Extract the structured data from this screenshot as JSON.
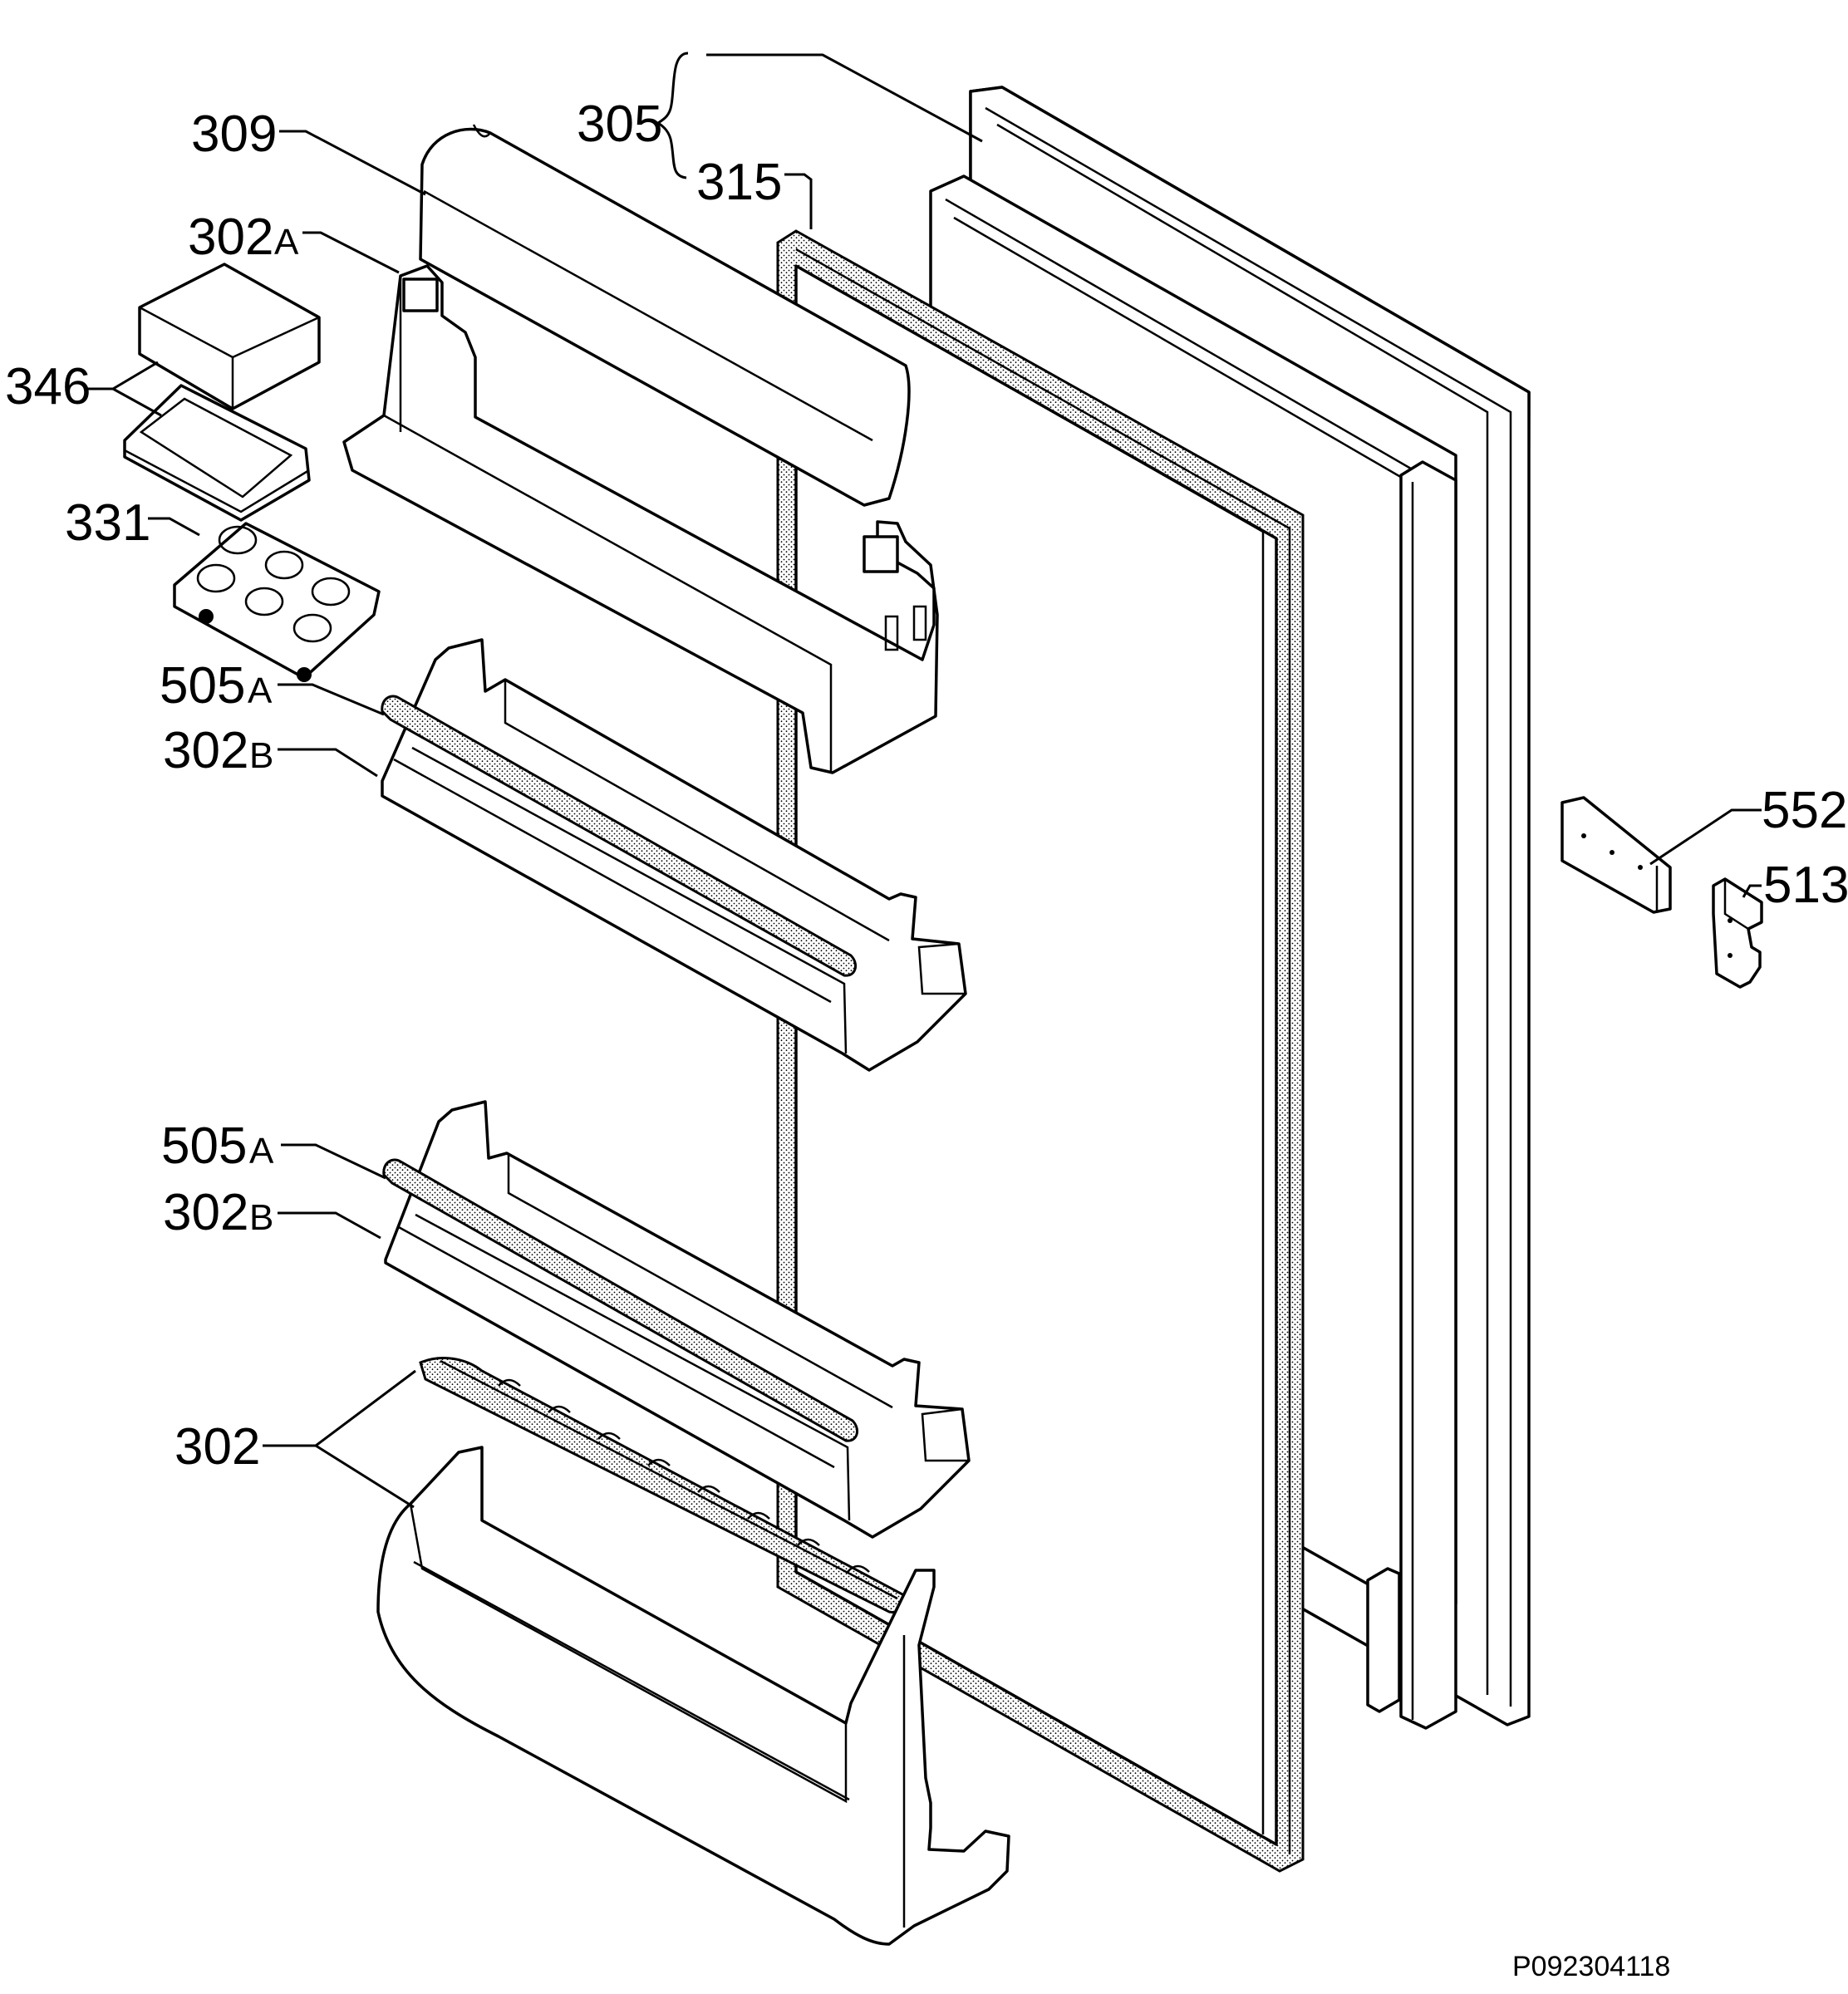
{
  "labels": {
    "l305": "305",
    "l315": "315",
    "l309": "309",
    "l302A": "302",
    "l302A_suffix": "A",
    "l346": "346",
    "l331": "331",
    "l505A_1": "505",
    "l505A_1_suffix": "A",
    "l302B_1": "302",
    "l302B_1_suffix": "B",
    "l505A_2": "505",
    "l505A_2_suffix": "A",
    "l302B_2": "302",
    "l302B_2_suffix": "B",
    "l302": "302",
    "l552": "552",
    "l513": "513"
  },
  "drawing_code": "P092304118"
}
